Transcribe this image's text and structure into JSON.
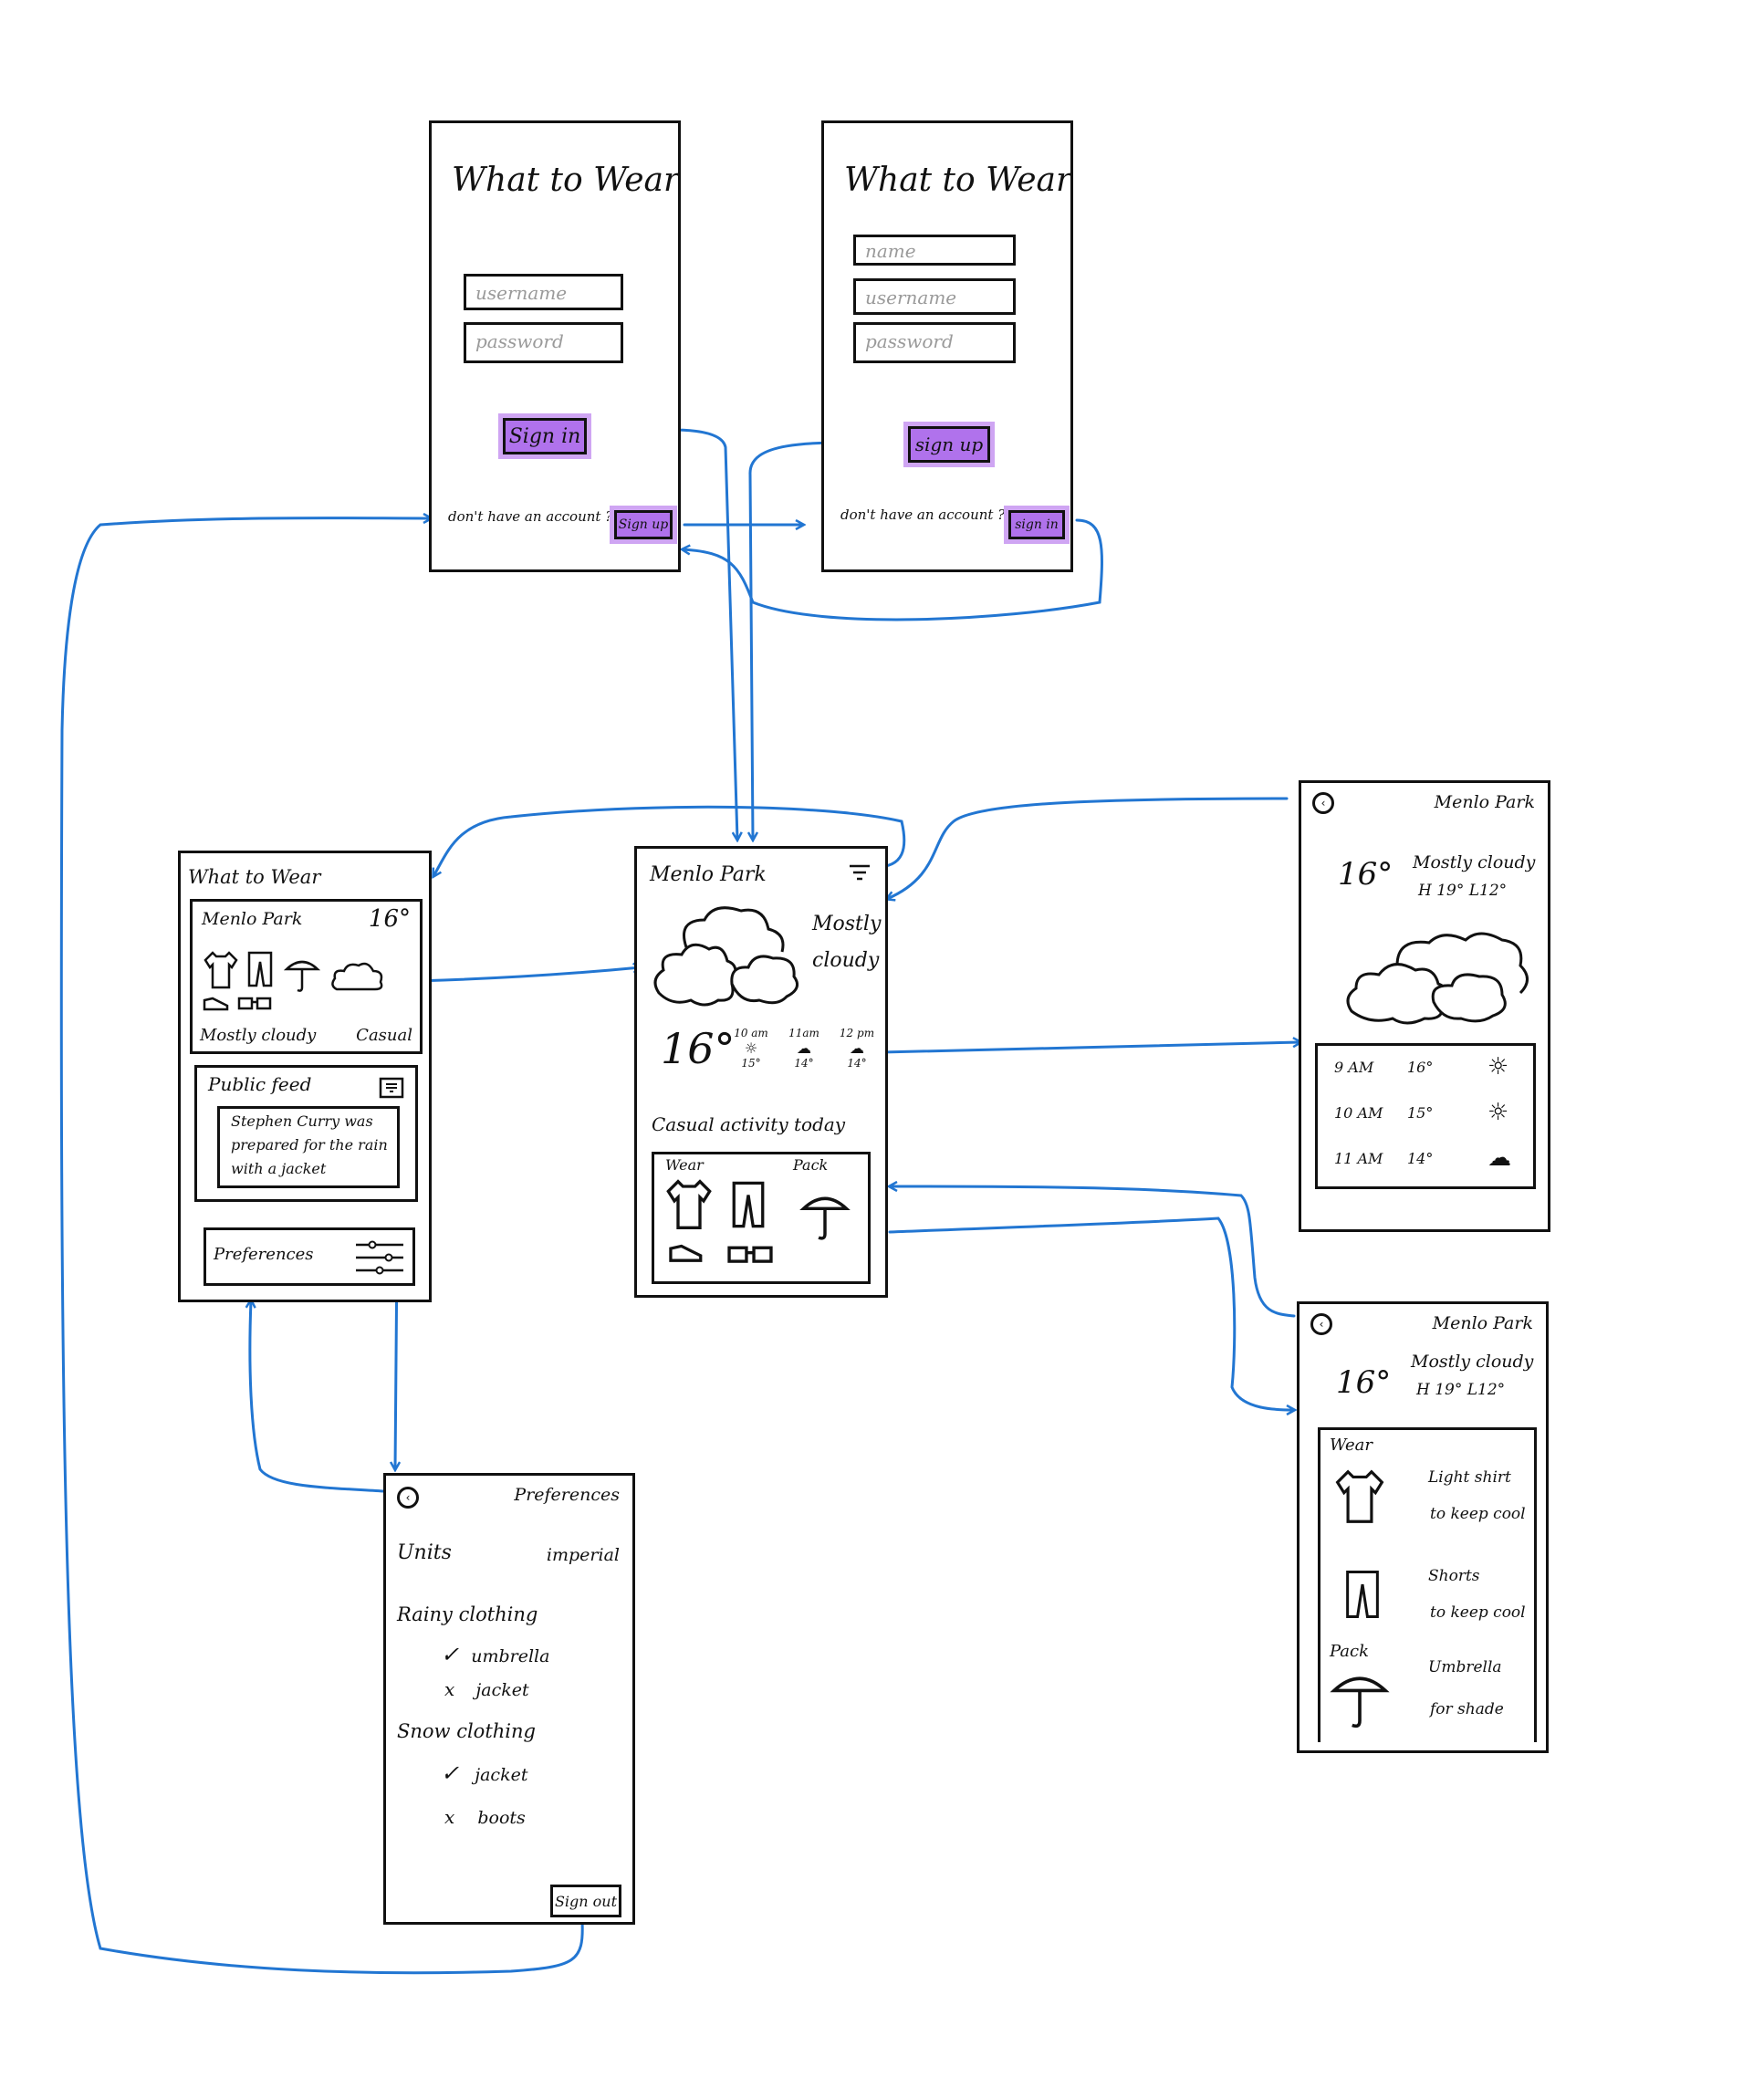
{
  "colors": {
    "accent": "#b072ec",
    "arrow": "#2276d2",
    "ink": "#111111"
  },
  "signin": {
    "title": "What to Wear",
    "username_placeholder": "username",
    "password_placeholder": "password",
    "signin_label": "Sign in",
    "no_account_text": "don't have an account ?",
    "signup_link": "Sign up"
  },
  "signup": {
    "title": "What to Wear",
    "name_placeholder": "name",
    "username_placeholder": "username",
    "password_placeholder": "password",
    "signup_label": "sign up",
    "no_account_text": "don't have an account ?",
    "signin_link": "sign in"
  },
  "home": {
    "title": "What to Wear",
    "location": "Menlo Park",
    "temp": "16°",
    "condition": "Mostly cloudy",
    "activity": "Casual",
    "feed_title": "Public feed",
    "feed_post": [
      "Stephen Curry was",
      "prepared for the rain",
      "with a jacket"
    ],
    "preferences_label": "Preferences"
  },
  "weather": {
    "location": "Menlo Park",
    "condition_line1": "Mostly",
    "condition_line2": "cloudy",
    "temp": "16°",
    "hourly": [
      {
        "time": "10 am",
        "temp": "15°"
      },
      {
        "time": "11am",
        "temp": "14°"
      },
      {
        "time": "12 pm",
        "temp": "14°"
      }
    ],
    "activity_label": "Casual activity today",
    "wear_label": "Wear",
    "pack_label": "Pack"
  },
  "forecast": {
    "location": "Menlo Park",
    "temp": "16°",
    "condition": "Mostly cloudy",
    "high_low": "H 19°  L12°",
    "rows": [
      {
        "time": "9 AM",
        "temp": "16°",
        "icon": "sun-icon"
      },
      {
        "time": "10 AM",
        "temp": "15°",
        "icon": "sun-icon"
      },
      {
        "time": "11 AM",
        "temp": "14°",
        "icon": "cloud-icon"
      }
    ]
  },
  "outfit": {
    "location": "Menlo Park",
    "temp": "16°",
    "condition": "Mostly cloudy",
    "high_low": "H 19°  L12°",
    "wear_label": "Wear",
    "pack_label": "Pack",
    "items": [
      {
        "line1": "Light shirt",
        "line2": "to keep cool"
      },
      {
        "line1": "Shorts",
        "line2": "to keep cool"
      },
      {
        "line1": "Umbrella",
        "line2": "for shade"
      }
    ]
  },
  "prefs": {
    "title": "Preferences",
    "units_label": "Units",
    "units_value": "imperial",
    "rainy_label": "Rainy clothing",
    "rainy_items": [
      {
        "mark": "✓",
        "label": "umbrella"
      },
      {
        "mark": "x",
        "label": "jacket"
      }
    ],
    "snow_label": "Snow clothing",
    "snow_items": [
      {
        "mark": "✓",
        "label": "jacket"
      },
      {
        "mark": "x",
        "label": "boots"
      }
    ],
    "signout_label": "Sign out"
  }
}
